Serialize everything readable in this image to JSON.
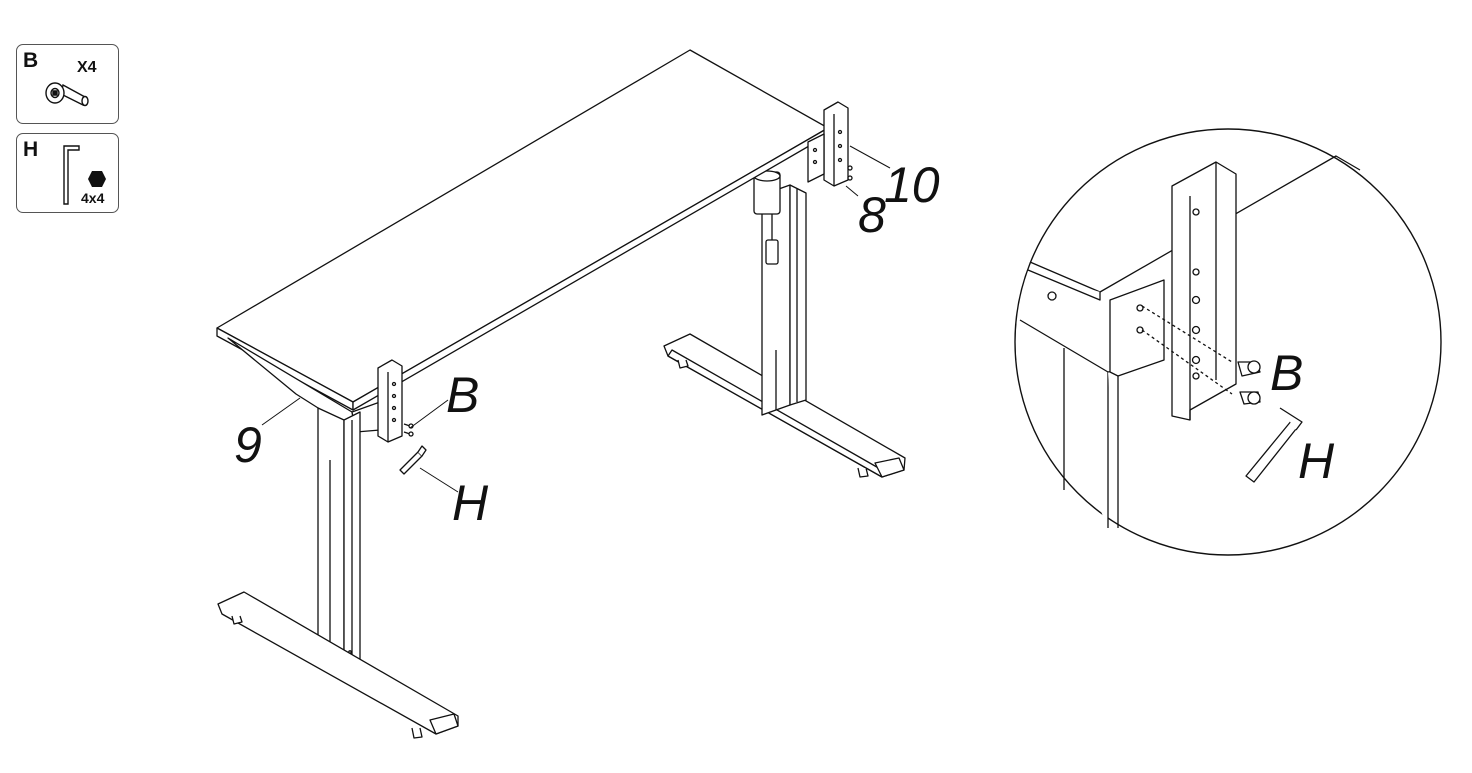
{
  "parts_legend": [
    {
      "letter": "B",
      "quantity": "X4",
      "icon": "bolt-icon"
    },
    {
      "letter": "H",
      "size": "4x4",
      "icon": "hex-key-icon"
    }
  ],
  "callouts": {
    "main": [
      {
        "id": "9",
        "text": "9"
      },
      {
        "id": "10",
        "text": "10"
      },
      {
        "id": "8",
        "text": "8"
      },
      {
        "id": "B",
        "text": "B"
      },
      {
        "id": "H",
        "text": "H"
      }
    ],
    "detail": [
      {
        "id": "B",
        "text": "B"
      },
      {
        "id": "H",
        "text": "H"
      }
    ]
  }
}
